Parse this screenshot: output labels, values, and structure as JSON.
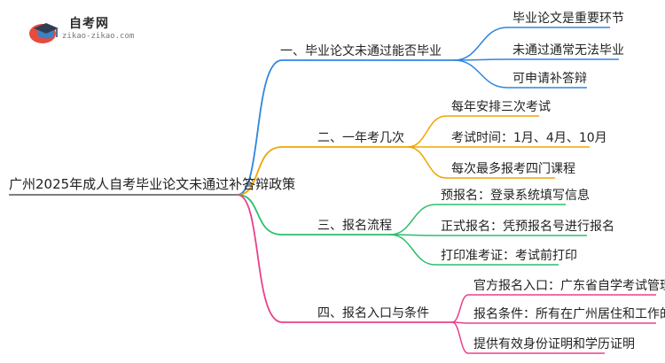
{
  "logo": {
    "title": "自考网",
    "url": "zikao-zikao.com"
  },
  "colors": {
    "branch1": "#2e86de",
    "branch2": "#f0a500",
    "branch3": "#2dbd6e",
    "branch4": "#e8408a",
    "root_line": "#555555"
  },
  "mindmap": {
    "root": "广州2025年成人自考毕业论文未通过补答辩政策",
    "branches": [
      {
        "label": "一、毕业论文未通过能否毕业",
        "children": [
          "毕业论文是重要环节",
          "未通过通常无法毕业",
          "可申请补答辩"
        ]
      },
      {
        "label": "二、一年考几次",
        "children": [
          "每年安排三次考试",
          "考试时间：1月、4月、10月",
          "每次最多报考四门课程"
        ]
      },
      {
        "label": "三、报名流程",
        "children": [
          "预报名：登录系统填写信息",
          "正式报名：凭预报名号进行报名",
          "打印准考证：考试前打印"
        ]
      },
      {
        "label": "四、报名入口与条件",
        "children": [
          "官方报名入口：广东省自学考试管理系统",
          "报名条件：所有在广州居住和工作的公民",
          "提供有效身份证明和学历证明"
        ]
      }
    ]
  }
}
